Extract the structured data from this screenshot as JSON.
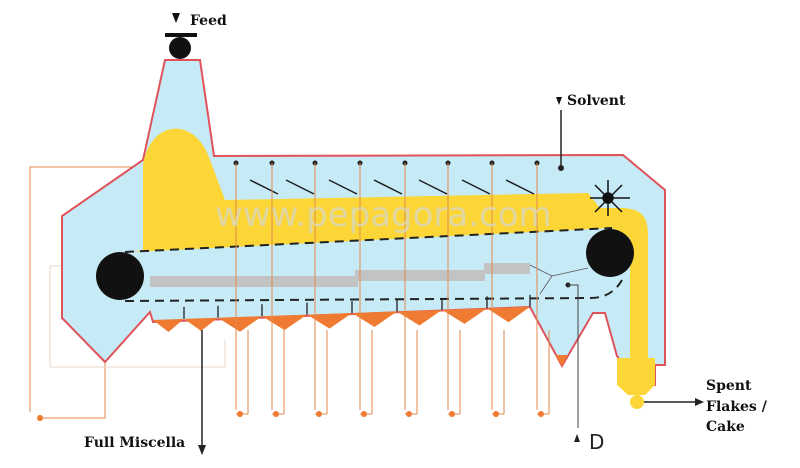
{
  "labels": {
    "feed": "Feed",
    "solvent": "Solvent",
    "full_miscella": "Full Miscella",
    "d": "D",
    "spent_line1": "Spent",
    "spent_line2": "Flakes /",
    "spent_line3": "Cake"
  },
  "watermark": "www.pepagora.com",
  "colors": {
    "vessel_fill": "#c6ebf7",
    "vessel_outline": "#e0535b",
    "flakes": "#fbd636",
    "miscella": "#ef7a32",
    "drum": "#111111",
    "pipes": "#e08a4a",
    "screen": "#c3c3c3"
  },
  "sprayer_count": 8
}
